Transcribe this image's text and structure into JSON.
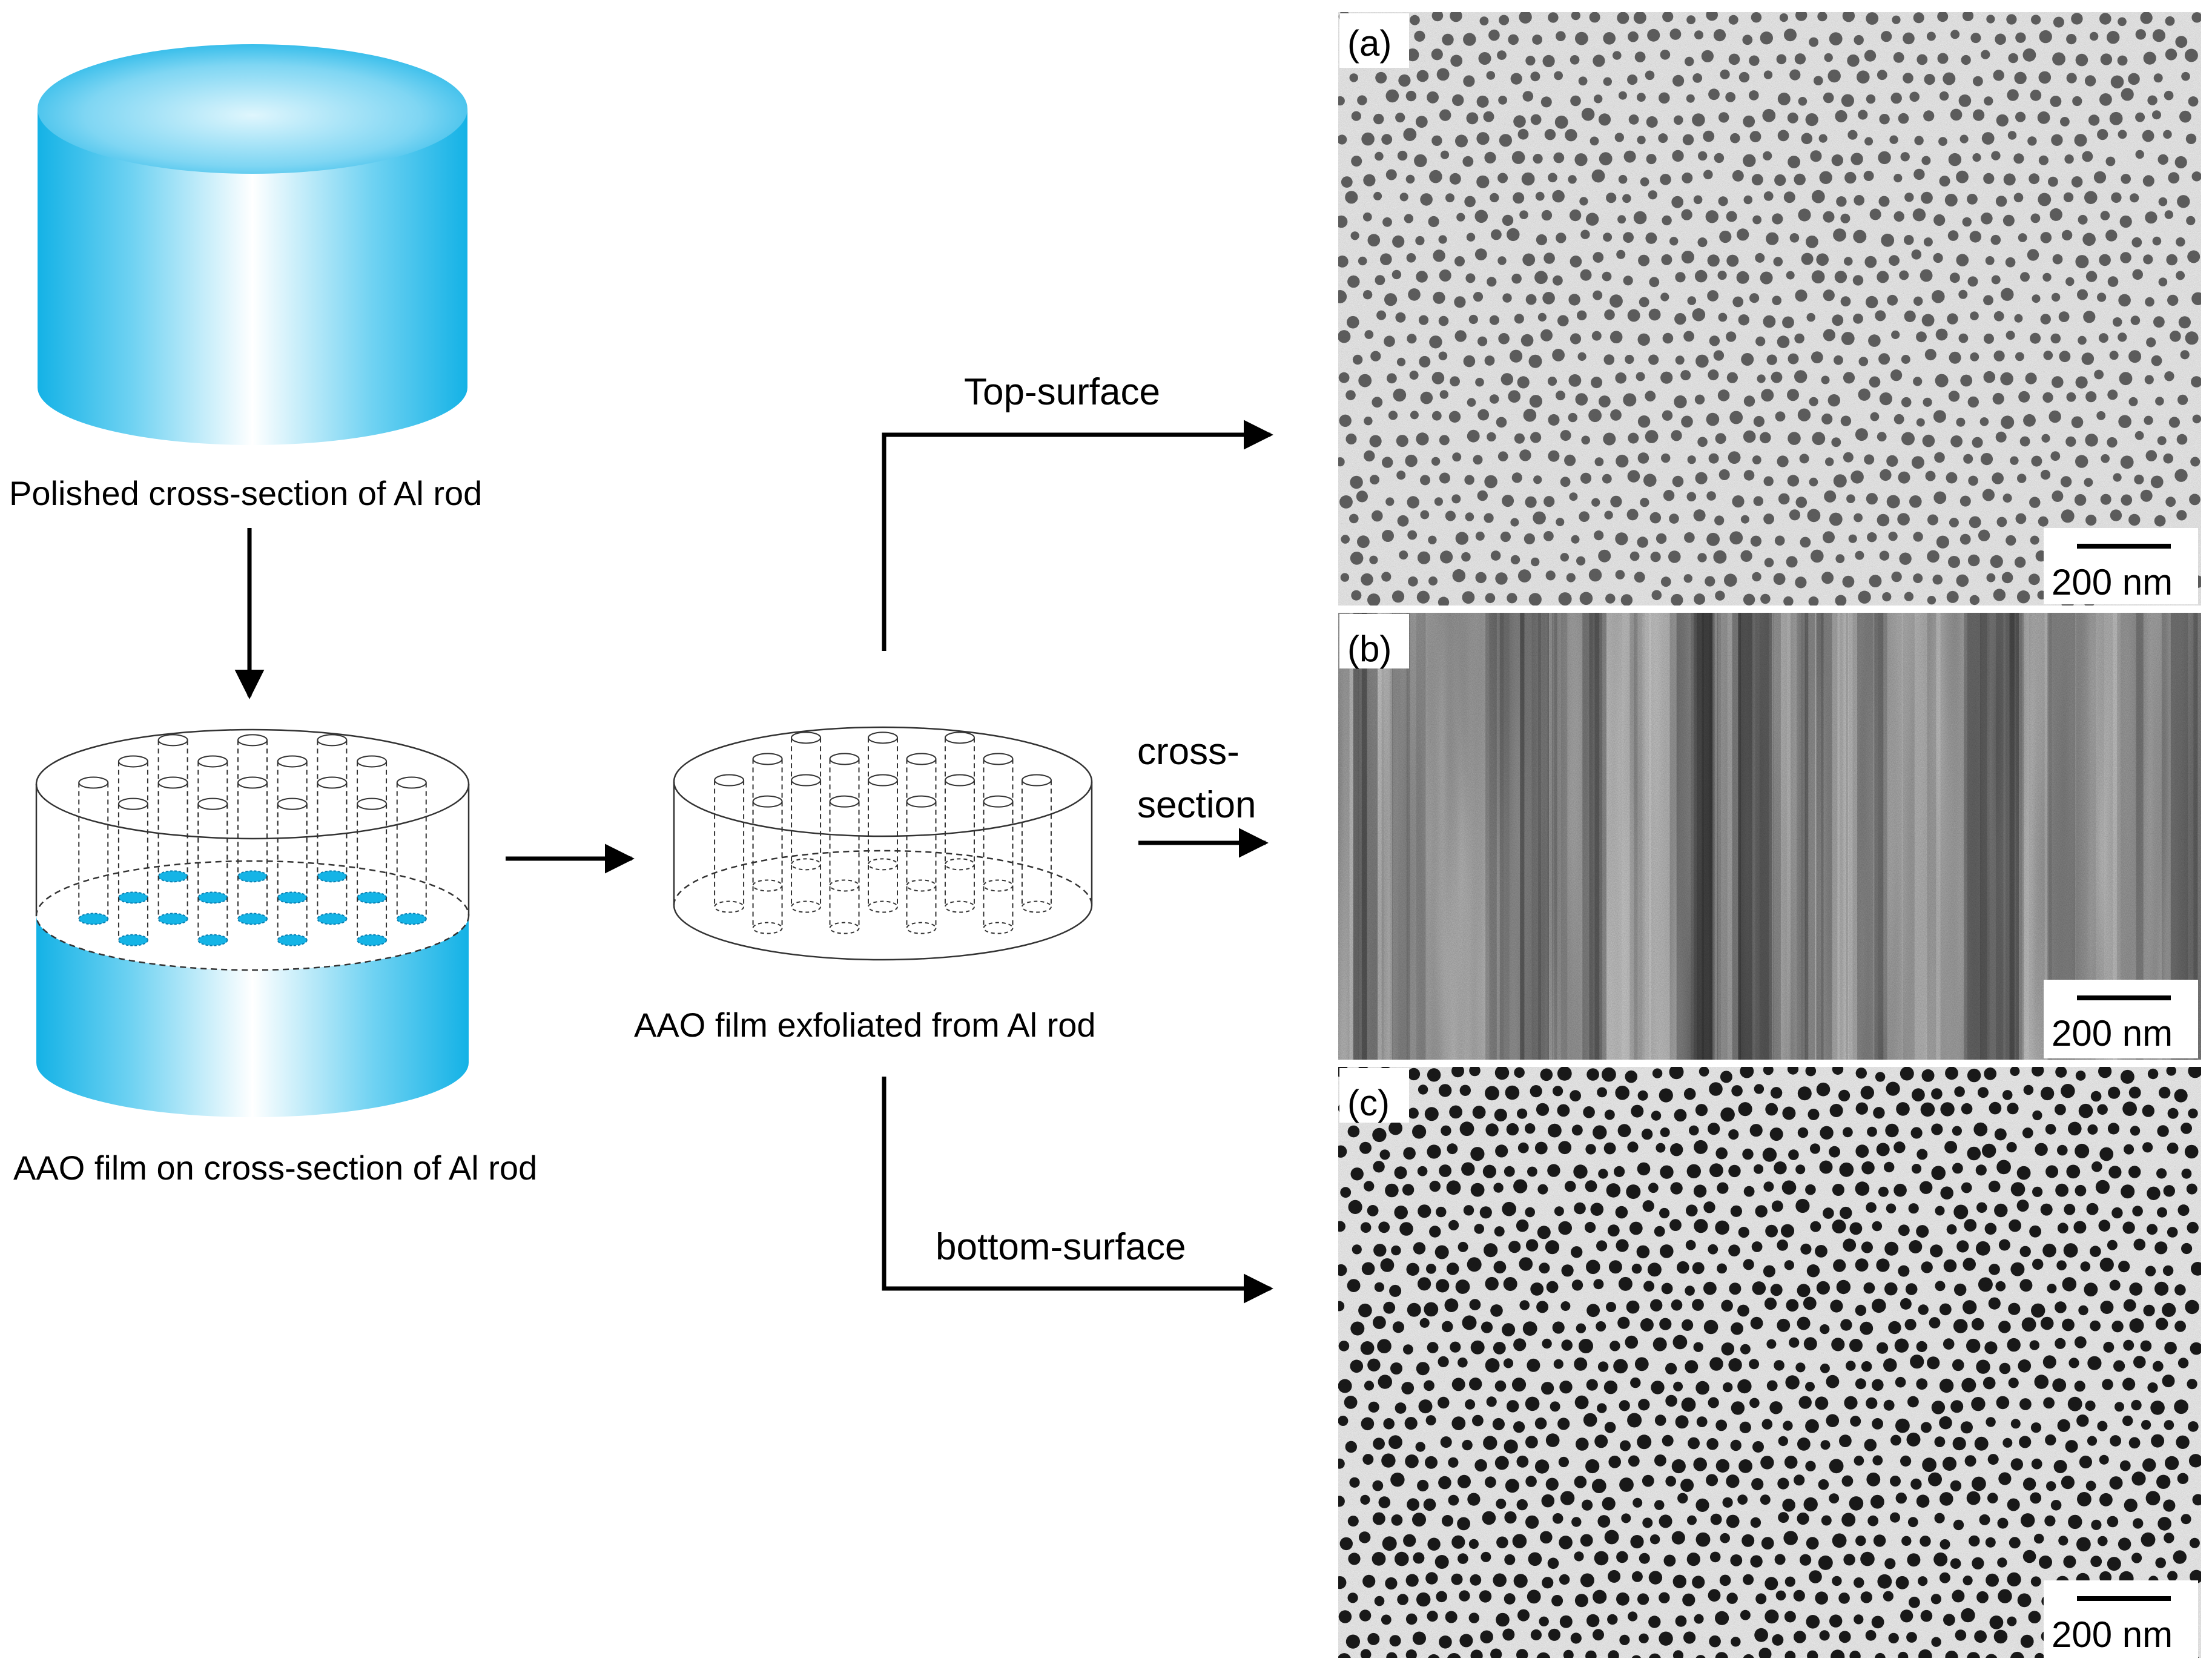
{
  "schematic": {
    "step1_caption": "Polished cross-section of Al rod",
    "step2_caption": "AAO film on cross-section of Al rod",
    "step3_caption": "AAO film exfoliated from Al rod"
  },
  "paths": {
    "top": "Top-surface",
    "cross_line1": "cross-",
    "cross_line2": "section",
    "bottom": "bottom-surface"
  },
  "panels": [
    {
      "label": "(a)",
      "view": "top-surface pores",
      "scale_bar": "200 nm"
    },
    {
      "label": "(b)",
      "view": "cross-section channels",
      "scale_bar": "200 nm"
    },
    {
      "label": "(c)",
      "view": "bottom-surface pores",
      "scale_bar": "200 nm"
    }
  ],
  "colors": {
    "aluminum_cyan": "#14b4e6",
    "arrow": "#000000"
  }
}
